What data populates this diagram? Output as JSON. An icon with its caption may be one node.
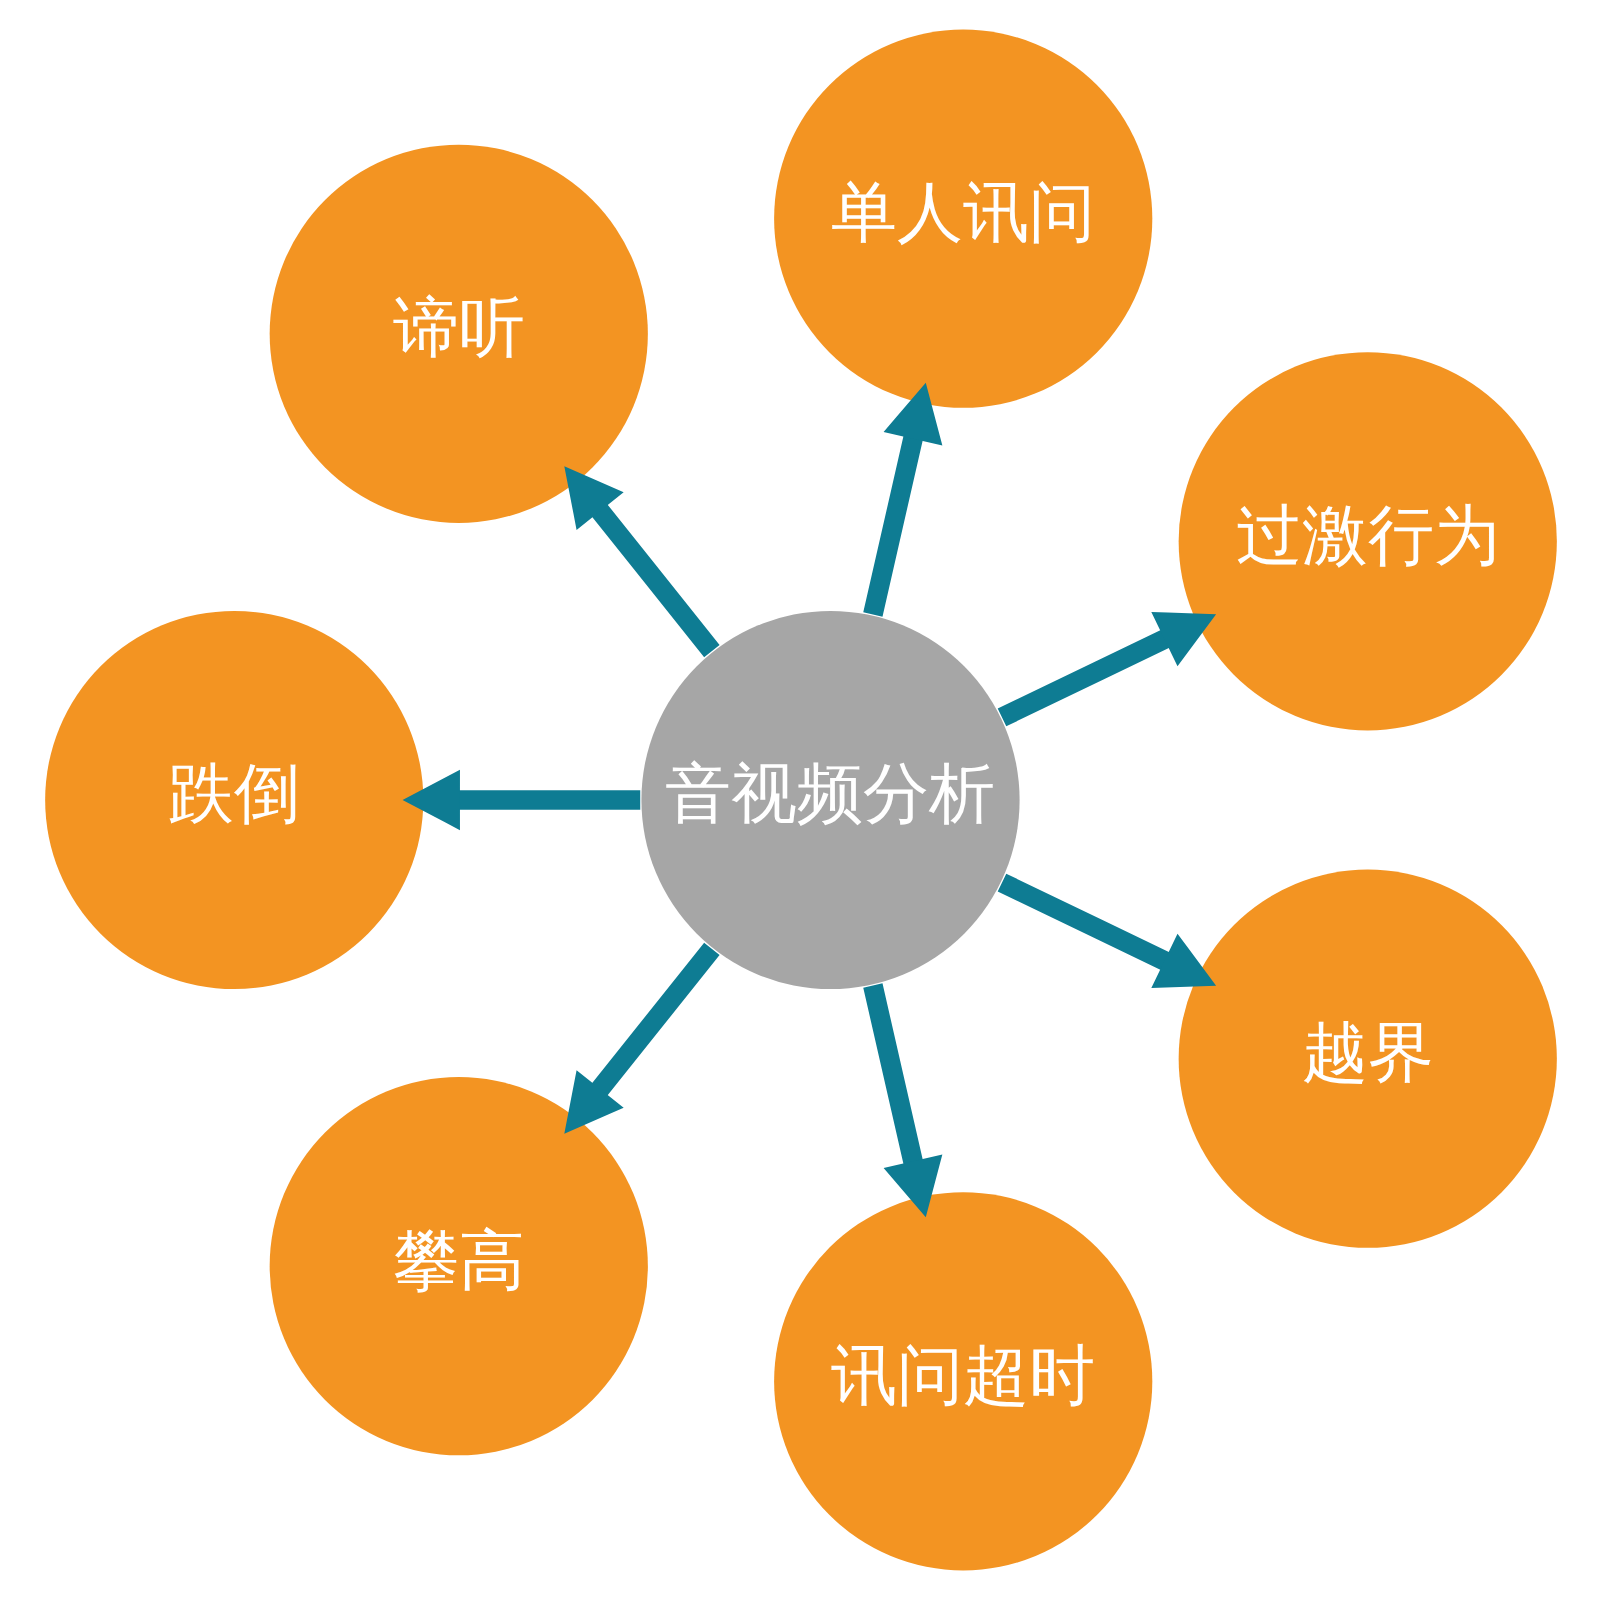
{
  "diagram": {
    "nodes": [
      {
        "text": [
          "音视频分析"
        ]
      },
      {
        "text": [
          "过激行为"
        ]
      },
      {
        "text": [
          "单人讯问"
        ]
      },
      {
        "text": [
          "谛听"
        ]
      },
      {
        "text": [
          "跌倒"
        ]
      },
      {
        "text": [
          "攀高"
        ]
      },
      {
        "text": [
          "讯问超时"
        ]
      },
      {
        "text": [
          "越界"
        ]
      }
    ],
    "edges": [
      {
        "from": 0,
        "to": 1,
        "arrow": "to"
      },
      {
        "from": 0,
        "to": 2,
        "arrow": "to"
      },
      {
        "from": 0,
        "to": 3,
        "arrow": "to"
      },
      {
        "from": 0,
        "to": 4,
        "arrow": "to"
      },
      {
        "from": 0,
        "to": 5,
        "arrow": "to"
      },
      {
        "from": 0,
        "to": 6,
        "arrow": "to"
      },
      {
        "from": 0,
        "to": 7,
        "arrow": "to"
      }
    ]
  }
}
